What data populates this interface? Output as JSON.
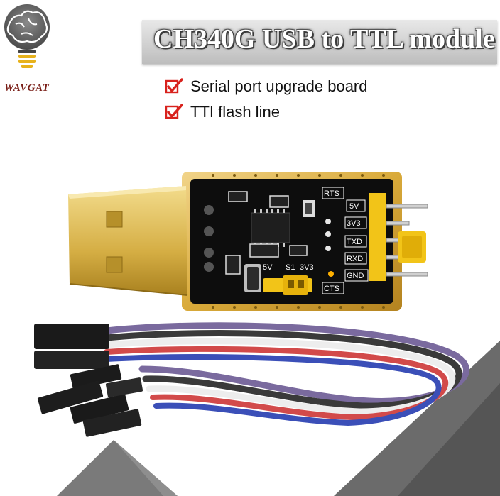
{
  "logo": {
    "brand": "WAVGAT",
    "icon": "brain-lightbulb-icon"
  },
  "title": "CH340G USB to TTL module",
  "features": [
    {
      "icon": "red-check-icon",
      "text": "Serial port upgrade board"
    },
    {
      "icon": "red-check-icon",
      "text": "TTI flash line"
    }
  ],
  "board": {
    "pin_labels": [
      "RTS",
      "5V",
      "3V3",
      "TXD",
      "RXD",
      "GND",
      "CTS"
    ],
    "jumper_labels": [
      "5V",
      "S1",
      "3V3"
    ]
  },
  "colors": {
    "banner": "#cfcfcf",
    "check": "#d8221d",
    "pcb": "#0d0d0d",
    "gold": "#d4a437",
    "jumper": "#f2c418"
  }
}
